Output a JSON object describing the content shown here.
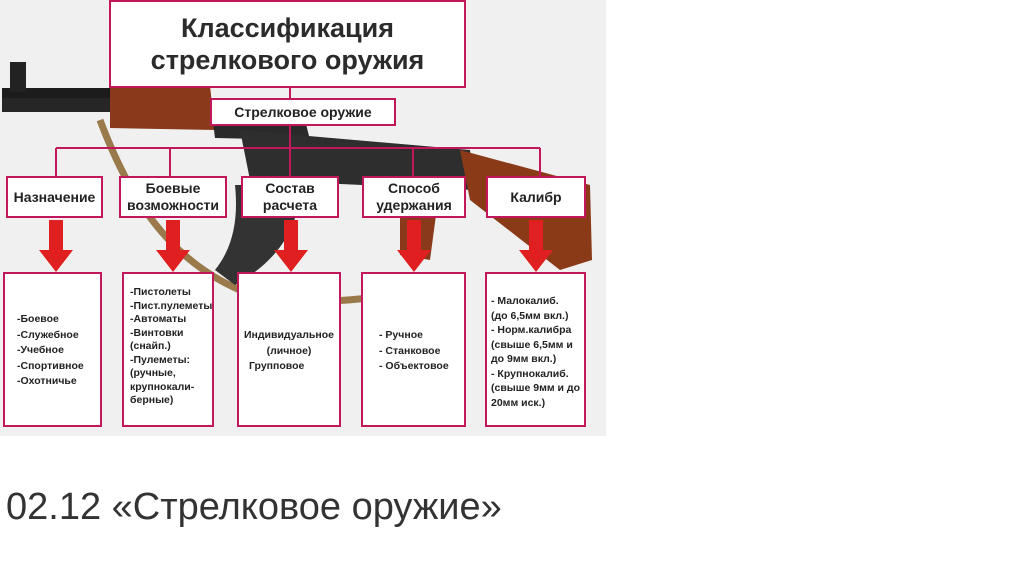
{
  "title": {
    "line1": "Классификация",
    "line2": "стрелкового оружия"
  },
  "root": {
    "label": "Стрелковое оружие"
  },
  "categories": [
    {
      "label": "Назначение",
      "items": [
        "-Боевое",
        "-Служебное",
        "-Учебное",
        "-Спортивное",
        "-Охотничье"
      ]
    },
    {
      "label": "Боевые\nвозможности",
      "items": [
        "-Пистолеты",
        "-Пист.пулеметы",
        "-Автоматы",
        "-Винтовки",
        "(снайп.)",
        "-Пулеметы:",
        "(ручные,",
        "крупнокали-",
        "берные)"
      ]
    },
    {
      "label": "Состав\nрасчета",
      "items": [
        "Индивидуальное",
        "(личное)",
        "Групповое"
      ]
    },
    {
      "label": "Способ\nудержания",
      "items": [
        "- Ручное",
        "- Станковое",
        "- Объектовое"
      ]
    },
    {
      "label": "Калибр",
      "items": [
        "- Малокалиб.",
        "(до 6,5мм вкл.)",
        "- Норм.калибра",
        "(свыше 6,5мм и",
        "до 9мм вкл.)",
        "- Крупнокалиб.",
        "(свыше 9мм и до",
        "20мм иск.)"
      ]
    }
  ],
  "footer": {
    "text": "02.12 «Стрелковое оружие»"
  },
  "colors": {
    "border": "#c2185b",
    "arrow": "#e02020",
    "background": "#eeeeee"
  }
}
